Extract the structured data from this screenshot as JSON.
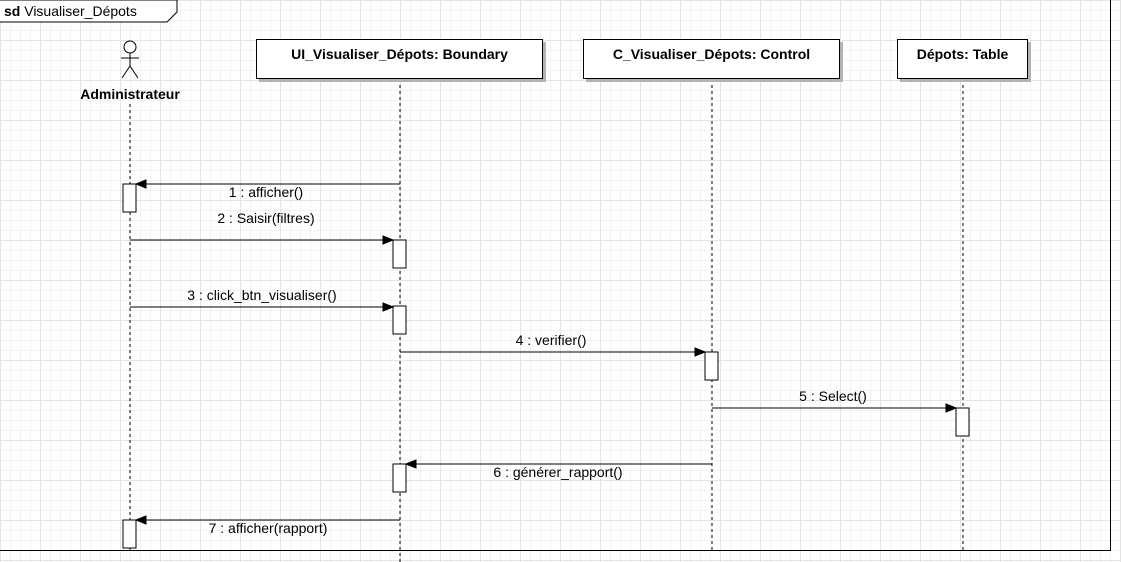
{
  "frame": {
    "keyword": "sd",
    "name": "Visualiser_Dépots"
  },
  "actor": {
    "name": "Administrateur"
  },
  "participants": [
    {
      "label": "UI_Visualiser_Dépots: Boundary"
    },
    {
      "label": "C_Visualiser_Dépots: Control"
    },
    {
      "label": "Dépots: Table"
    }
  ],
  "messages": [
    {
      "label": "1 : afficher()",
      "kind": "sync"
    },
    {
      "label": "2 : Saisir(filtres)",
      "kind": "sync"
    },
    {
      "label": "3 : click_btn_visualiser()",
      "kind": "sync"
    },
    {
      "label": "4 : verifier()",
      "kind": "sync"
    },
    {
      "label": "5 : Select()",
      "kind": "sync"
    },
    {
      "label": "6 : générer_rapport()",
      "kind": "sync"
    },
    {
      "label": "7 : afficher(rapport)",
      "kind": "sync"
    }
  ],
  "colors": {
    "line": "#000000",
    "shadow": "#b3b3b3",
    "grid": "#e4e4e4"
  }
}
